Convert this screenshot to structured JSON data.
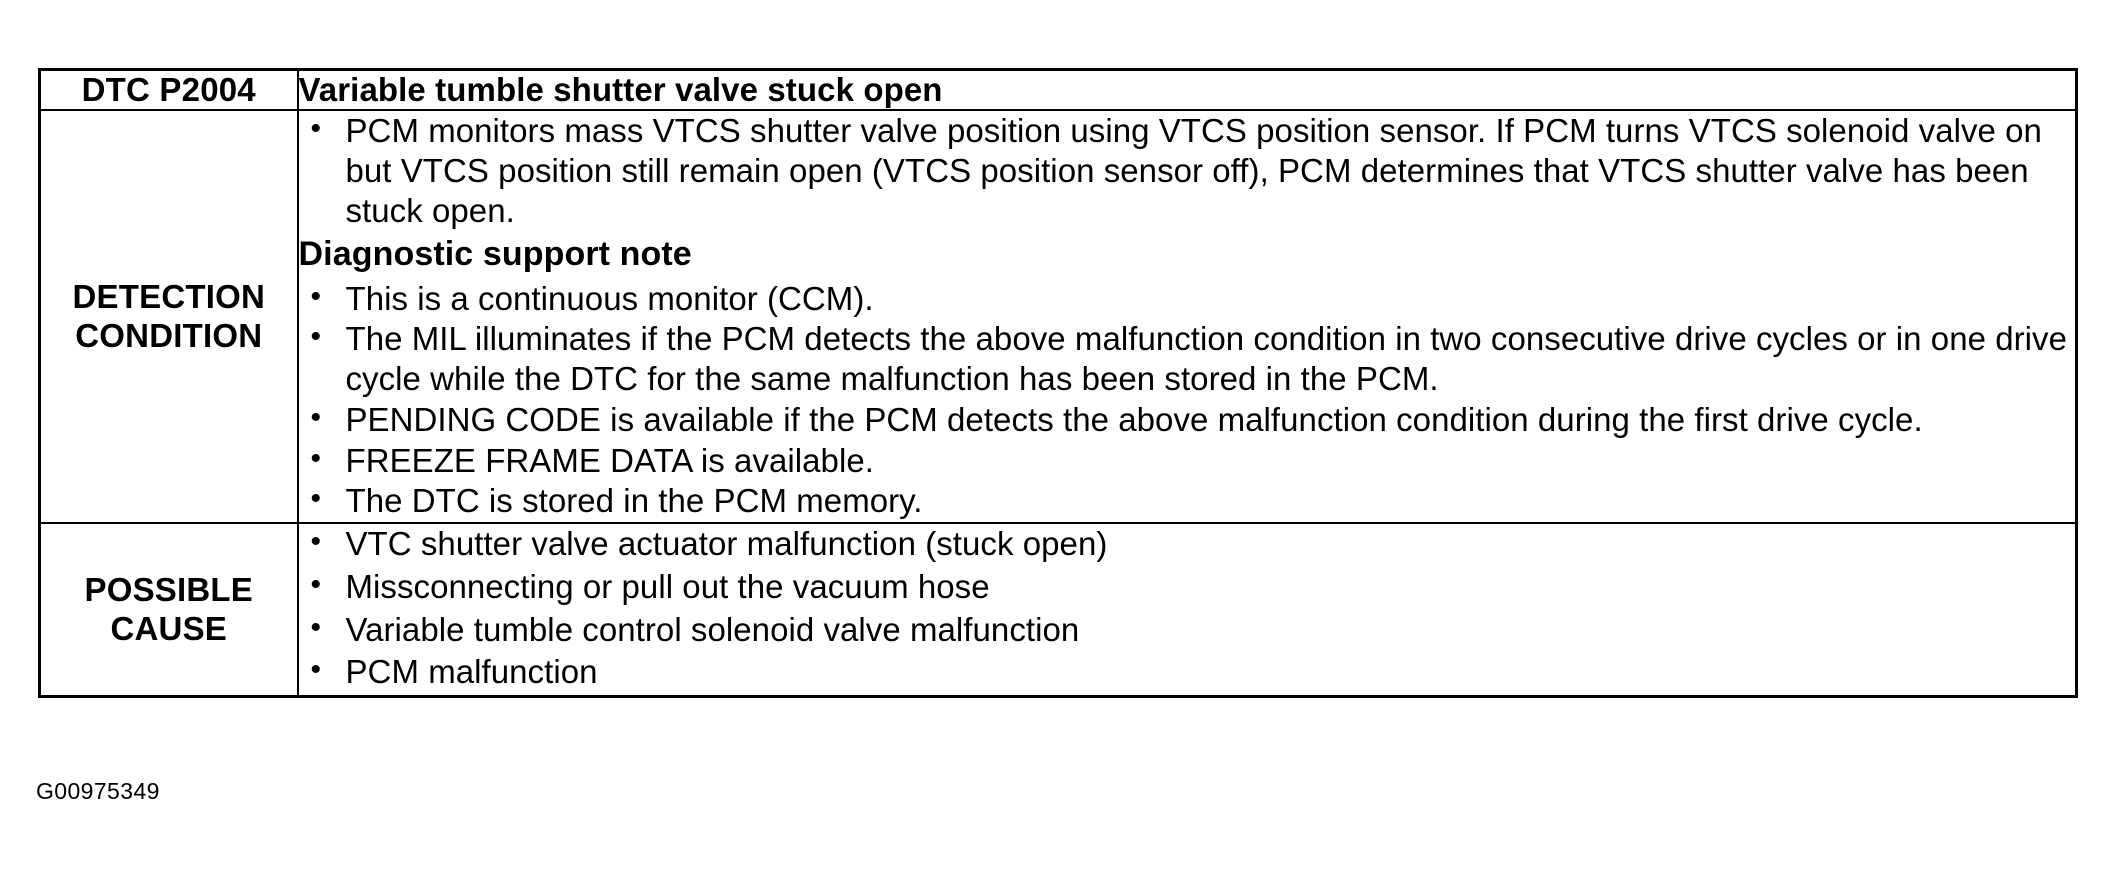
{
  "figure": {
    "id_label": "G00975349"
  },
  "table": {
    "header": {
      "code_label": "DTC P2004",
      "title": "Variable tumble shutter valve stuck open"
    },
    "rows": [
      {
        "label": "DETECTION\nCONDITION",
        "label_line1": "DETECTION",
        "label_line2": "CONDITION",
        "intro_bullets": [
          "PCM monitors mass VTCS shutter valve position using VTCS position sensor. If PCM turns VTCS solenoid valve on but VTCS position still remain open (VTCS position sensor off), PCM determines that VTCS shutter valve has been stuck open."
        ],
        "subheading": "Diagnostic support note",
        "note_bullets": [
          "This is a continuous monitor (CCM).",
          "The MIL illuminates if the PCM detects the above malfunction condition in two consecutive drive cycles or in one drive cycle while the DTC for the same malfunction has been stored in the PCM.",
          "PENDING CODE is available if the PCM detects the above malfunction condition during the first drive cycle.",
          "FREEZE FRAME DATA is available.",
          "The DTC is stored in the PCM memory."
        ]
      },
      {
        "label_line1": "POSSIBLE",
        "label_line2": "CAUSE",
        "cause_bullets": [
          "VTC shutter valve actuator malfunction (stuck open)",
          "Missconnecting or pull out the vacuum hose",
          "Variable tumble control solenoid valve malfunction",
          "PCM malfunction"
        ]
      }
    ]
  }
}
